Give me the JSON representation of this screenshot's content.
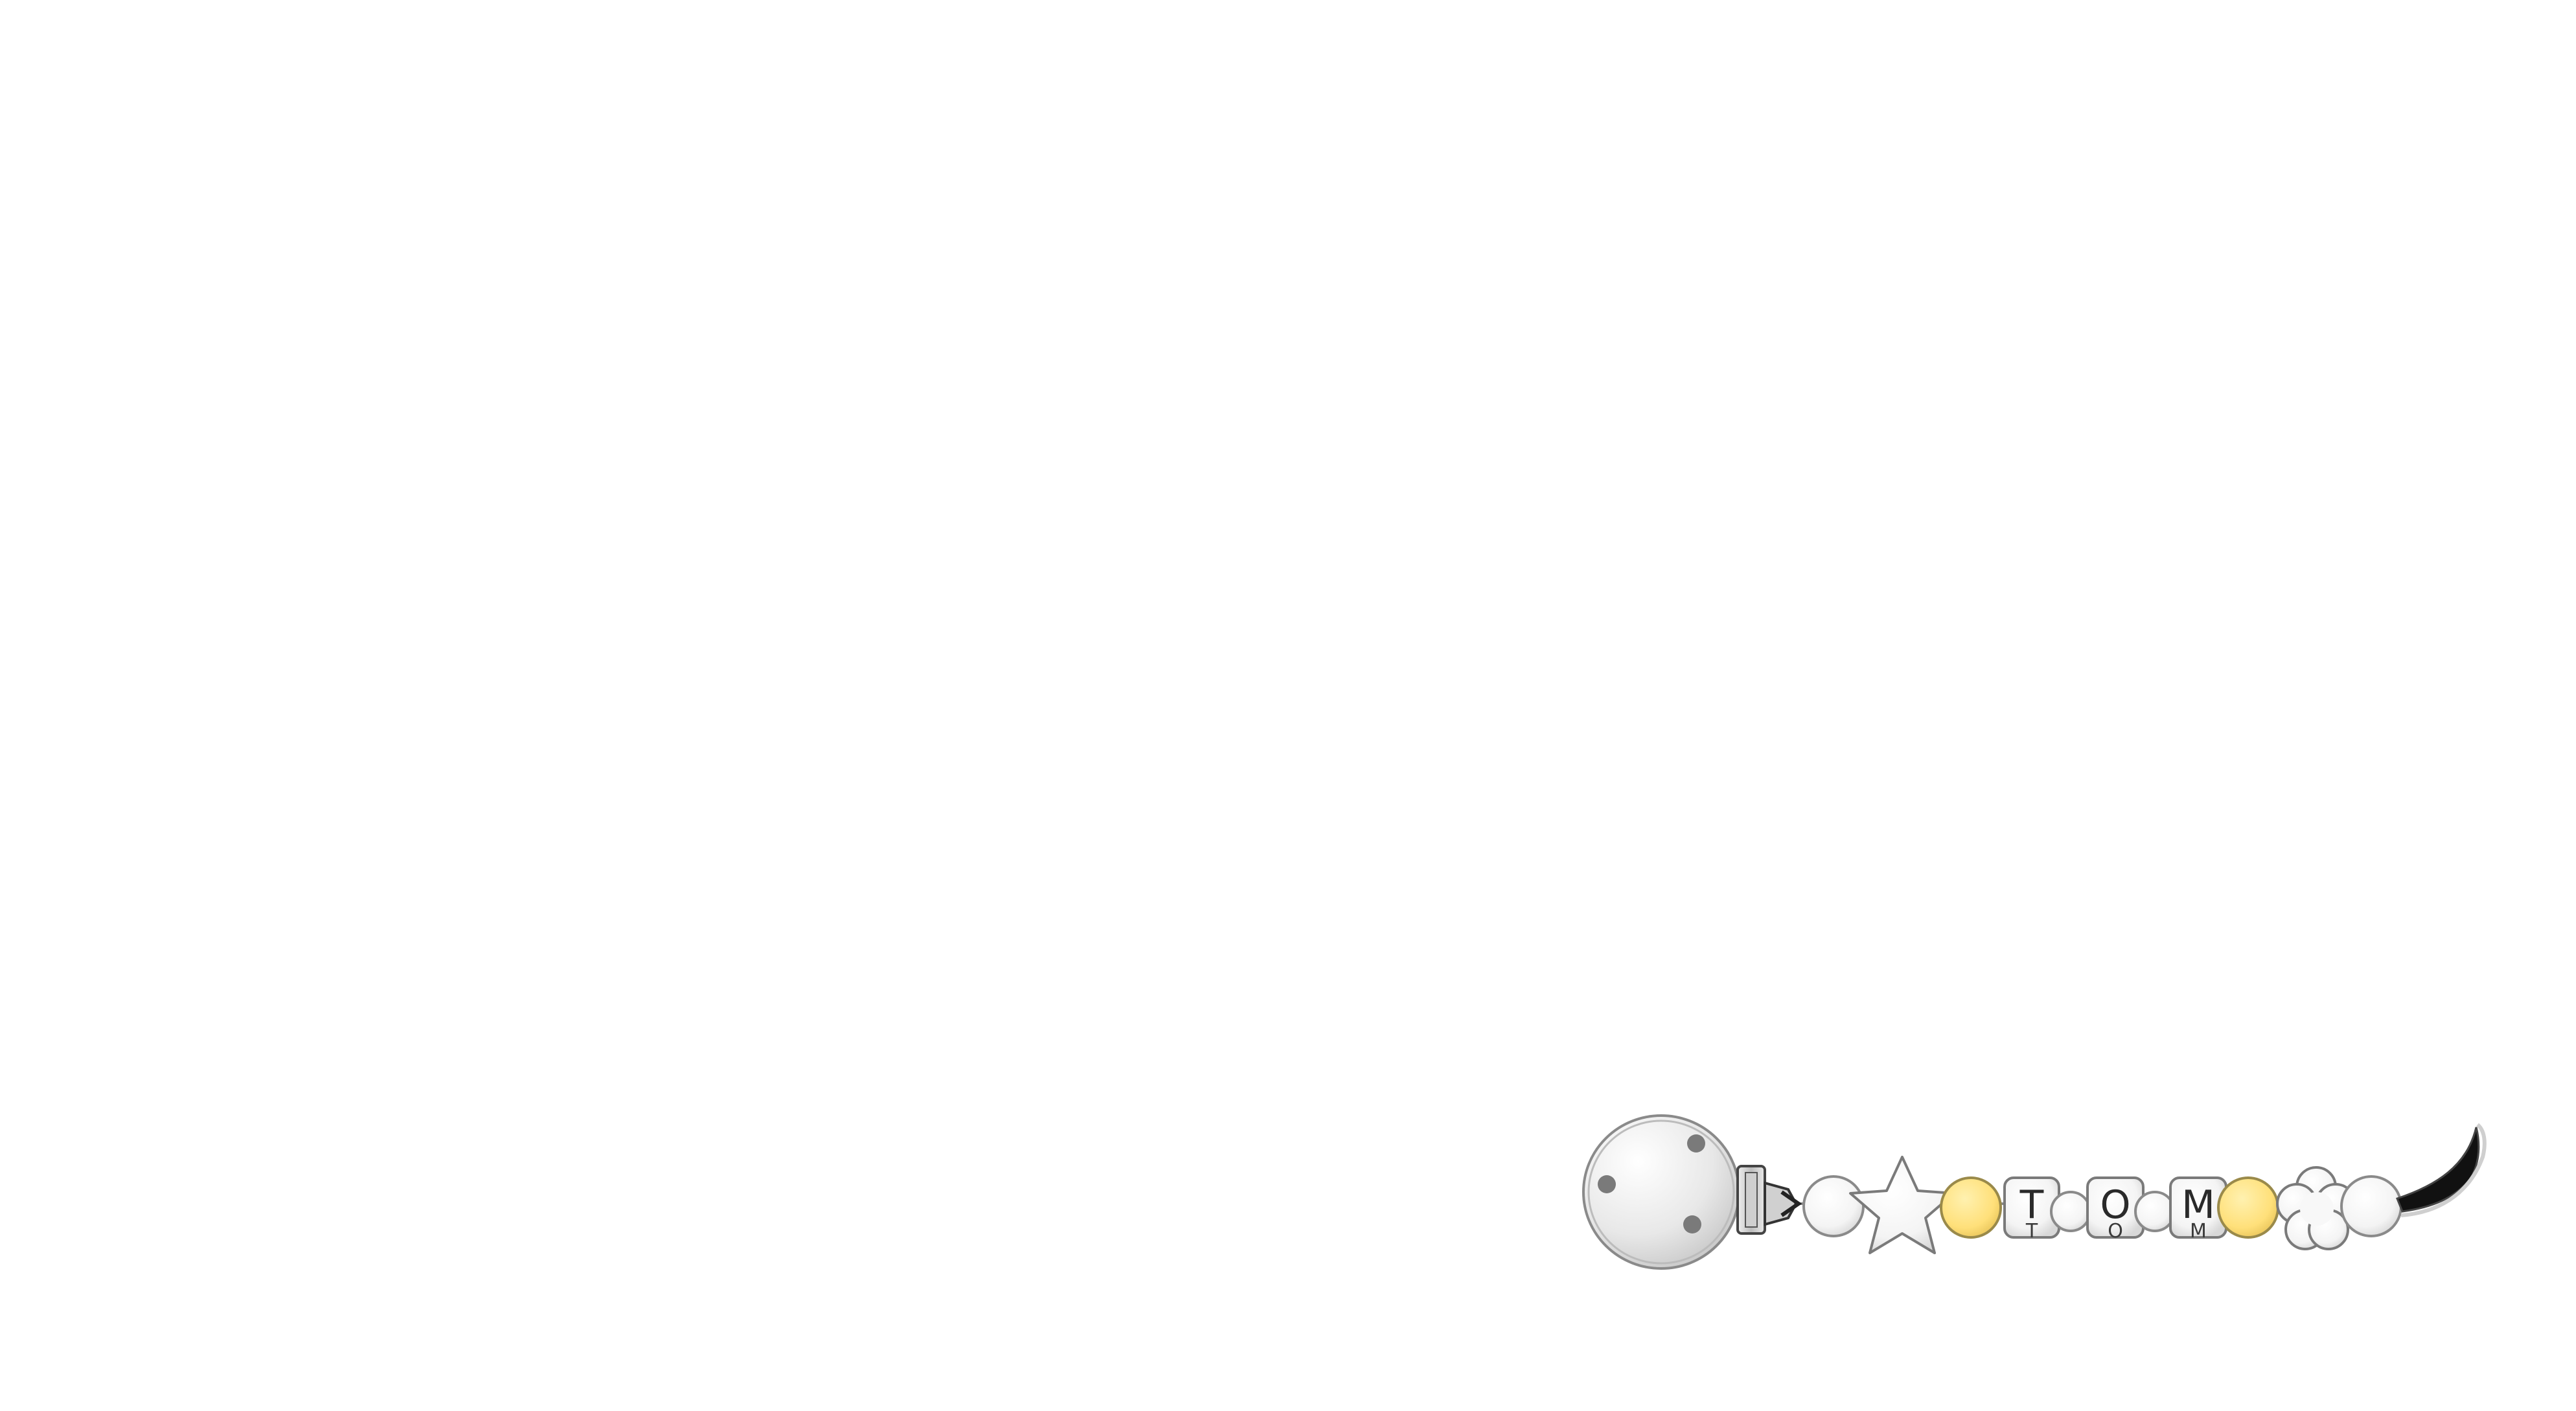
{
  "product": {
    "name_beads": [
      "T",
      "O",
      "M"
    ]
  },
  "colors": {
    "background": "#ffffff",
    "bead_white": "#f7f7f7",
    "bead_yellow": "#ffe07a",
    "bead_outline": "#777777",
    "clip_metal": "#d9d9d9",
    "ribbon": "#111111"
  },
  "icons": [
    "pacifier-clip",
    "star-bead",
    "flower-bead",
    "ribbon-loop"
  ]
}
